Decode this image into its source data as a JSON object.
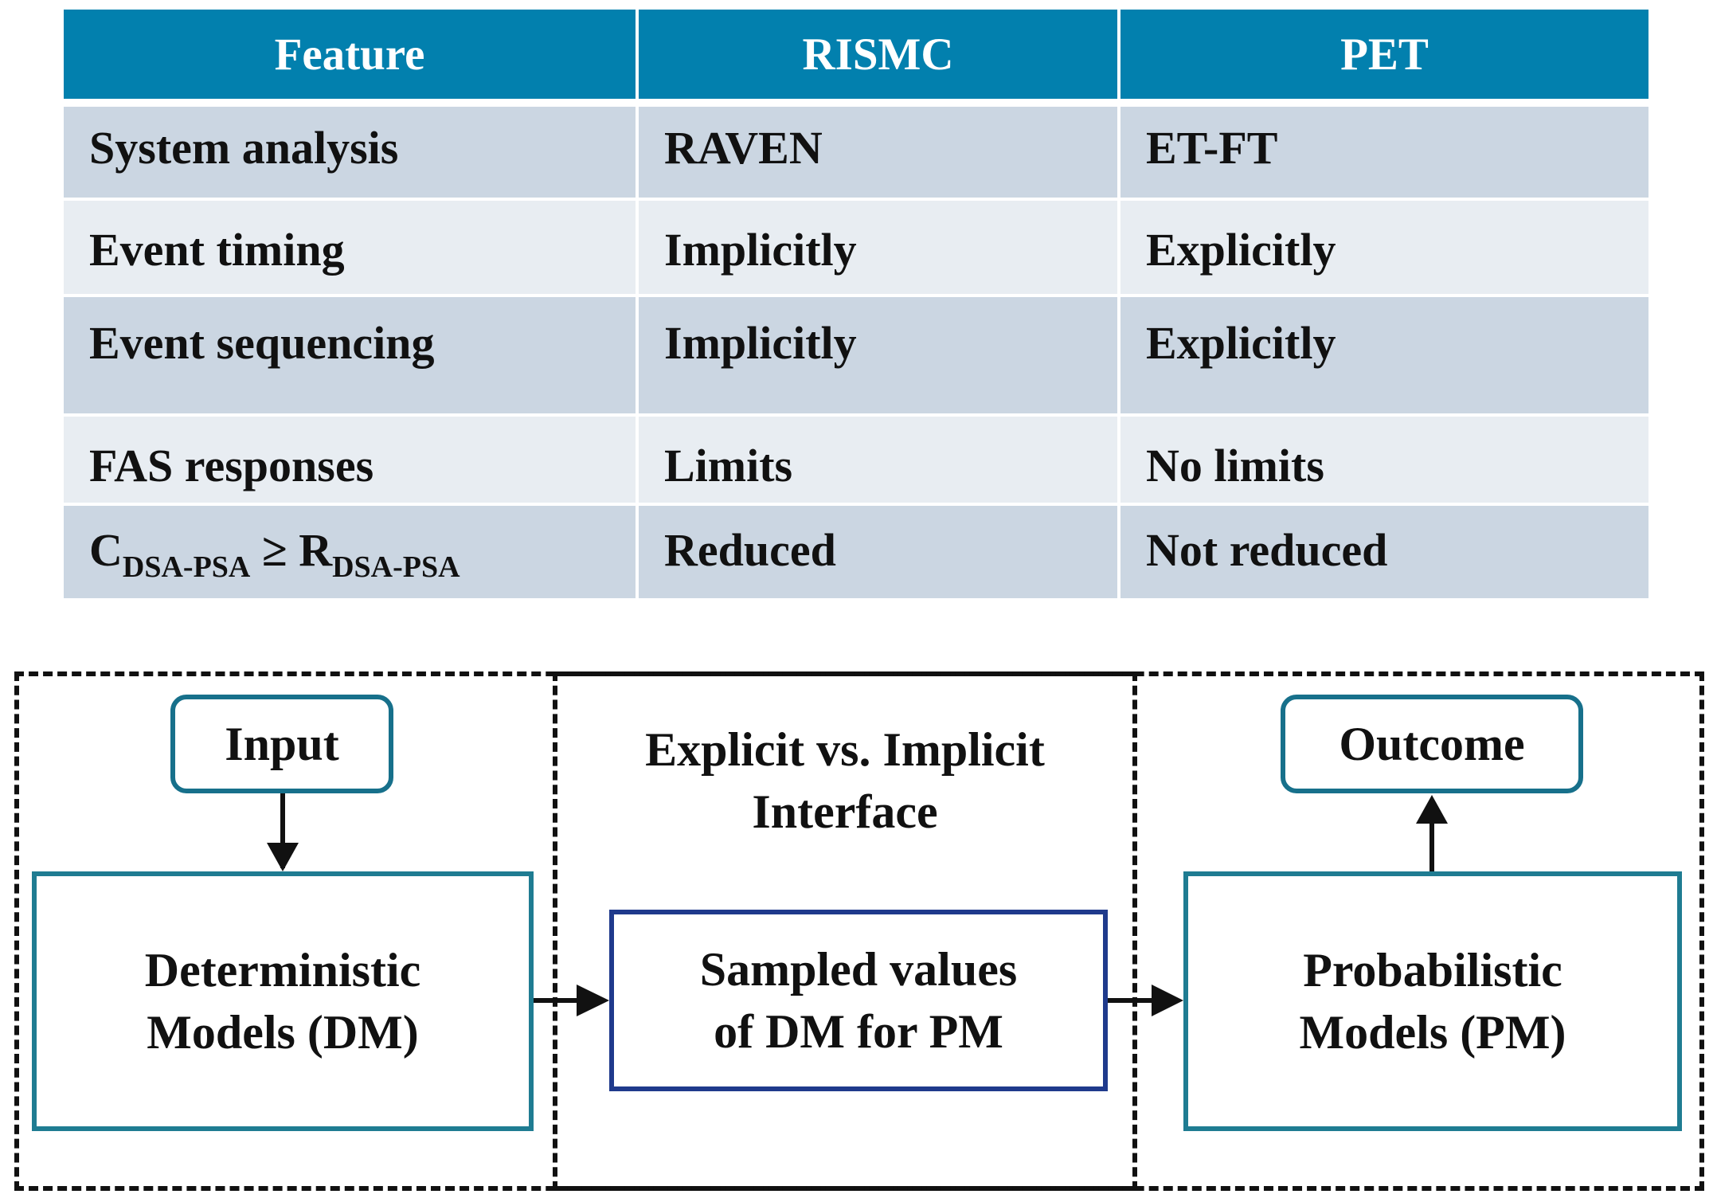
{
  "table": {
    "headers": [
      "Feature",
      "RISMC",
      "PET"
    ],
    "rows": [
      {
        "feature": "System analysis",
        "rismc": "RAVEN",
        "pet": "ET-FT"
      },
      {
        "feature": "Event timing",
        "rismc": "Implicitly",
        "pet": "Explicitly"
      },
      {
        "feature": "Event sequencing",
        "rismc": "Implicitly",
        "pet": "Explicitly"
      },
      {
        "feature": "FAS responses",
        "rismc": "Limits",
        "pet": "No limits"
      },
      {
        "feature": {
          "c": "C",
          "c_sub": "DSA-PSA",
          "op": " ≥ ",
          "r": "R",
          "r_sub": "DSA-PSA"
        },
        "rismc": "Reduced",
        "pet": "Not reduced"
      }
    ]
  },
  "diagram": {
    "input": "Input",
    "outcome": "Outcome",
    "interface_label": "Explicit  vs. Implicit\nInterface",
    "deterministic": "Deterministic\nModels  (DM)",
    "sampled": "Sampled  values\nof DM  for  PM",
    "probabilistic": "Probabilistic\nModels  (PM)"
  },
  "colors": {
    "header_bg": "#0280ae",
    "row_dark": "#cbd6e2",
    "row_light": "#e8edf2",
    "box_teal": "#1f7c92",
    "box_navy": "#1f3a8c"
  }
}
